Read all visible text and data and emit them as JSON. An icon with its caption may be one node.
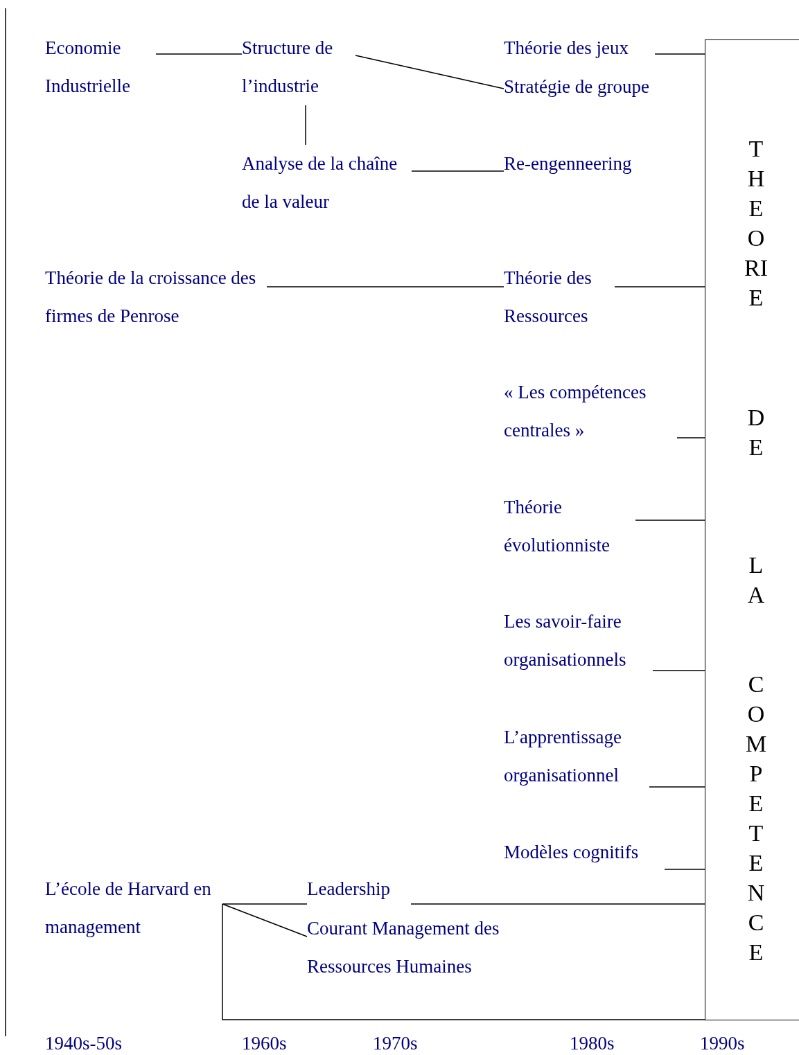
{
  "diagram": {
    "nodes": [
      {
        "text": [
          "Economie Industrielle"
        ]
      },
      {
        "text": [
          "Structure de l’industrie"
        ]
      },
      {
        "text": [
          "Théorie des jeux"
        ]
      },
      {
        "text": [
          "Stratégie de groupe"
        ]
      },
      {
        "text": [
          "Analyse de la chaîne de la valeur"
        ]
      },
      {
        "text": [
          "Re-engenneering"
        ]
      },
      {
        "text": [
          "Théorie de la croissance des firmes de Penrose"
        ]
      },
      {
        "text": [
          "Théorie des Ressources"
        ]
      },
      {
        "text": [
          "« Les compétences centrales »"
        ]
      },
      {
        "text": [
          "Théorie évolutionniste"
        ]
      },
      {
        "text": [
          "Les savoir-faire organisationnels"
        ]
      },
      {
        "text": [
          "L’apprentissage organisationnel"
        ]
      },
      {
        "text": [
          "Modèles cognitifs"
        ]
      },
      {
        "text": [
          "L’école de Harvard en management"
        ]
      },
      {
        "text": [
          "Leadership"
        ]
      },
      {
        "text": [
          "Courant Management des Ressources Humaines"
        ]
      },
      {
        "text": [
          "THEORIE DE LA COMPETENCE"
        ]
      }
    ],
    "edges": [
      {
        "from": 0,
        "to": 1,
        "arrow": "none"
      },
      {
        "from": 1,
        "to": 3,
        "arrow": "none"
      },
      {
        "from": 1,
        "to": 4,
        "arrow": "none"
      },
      {
        "from": 2,
        "to": 16,
        "arrow": "none"
      },
      {
        "from": 4,
        "to": 5,
        "arrow": "none"
      },
      {
        "from": 6,
        "to": 7,
        "arrow": "none"
      },
      {
        "from": 7,
        "to": 16,
        "arrow": "none"
      },
      {
        "from": 8,
        "to": 16,
        "arrow": "none"
      },
      {
        "from": 9,
        "to": 16,
        "arrow": "none"
      },
      {
        "from": 10,
        "to": 16,
        "arrow": "none"
      },
      {
        "from": 11,
        "to": 16,
        "arrow": "none"
      },
      {
        "from": 12,
        "to": 16,
        "arrow": "none"
      },
      {
        "from": 13,
        "to": 14,
        "arrow": "none"
      },
      {
        "from": 13,
        "to": 15,
        "arrow": "none"
      },
      {
        "from": 14,
        "to": 16,
        "arrow": "none"
      },
      {
        "from": 13,
        "to": 16,
        "arrow": "none"
      }
    ],
    "labels": [
      "1940s-50s",
      "1960s",
      "1970s",
      "1980s",
      "1990s"
    ]
  }
}
